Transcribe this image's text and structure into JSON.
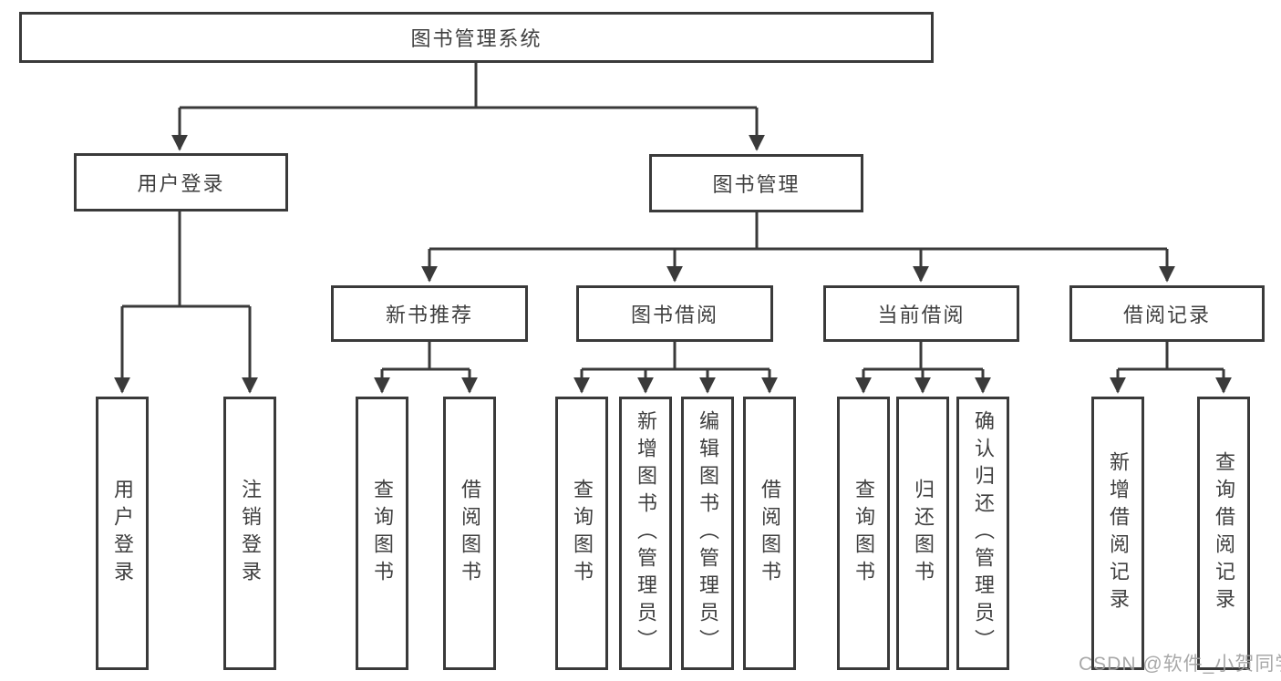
{
  "diagram": {
    "root": {
      "label": "图书管理系统"
    },
    "branches": [
      {
        "label": "用户登录",
        "children": [
          {
            "label": "用户登录"
          },
          {
            "label": "注销登录"
          }
        ]
      },
      {
        "label": "图书管理",
        "children": [
          {
            "label": "新书推荐",
            "children": [
              {
                "label": "查询图书"
              },
              {
                "label": "借阅图书"
              }
            ]
          },
          {
            "label": "图书借阅",
            "children": [
              {
                "label": "查询图书"
              },
              {
                "label": "新增图书（管理员）"
              },
              {
                "label": "编辑图书（管理员）"
              },
              {
                "label": "借阅图书"
              }
            ]
          },
          {
            "label": "当前借阅",
            "children": [
              {
                "label": "查询图书"
              },
              {
                "label": "归还图书"
              },
              {
                "label": "确认归还（管理员）"
              }
            ]
          },
          {
            "label": "借阅记录",
            "children": [
              {
                "label": "新增借阅记录"
              },
              {
                "label": "查询借阅记录"
              }
            ]
          }
        ]
      }
    ]
  },
  "colors": {
    "line": "#3a3a3a",
    "text": "#3f3f3f",
    "watermark": "#9e9e9e"
  },
  "watermark": {
    "text": "CSDN @软件_小贺同学"
  }
}
